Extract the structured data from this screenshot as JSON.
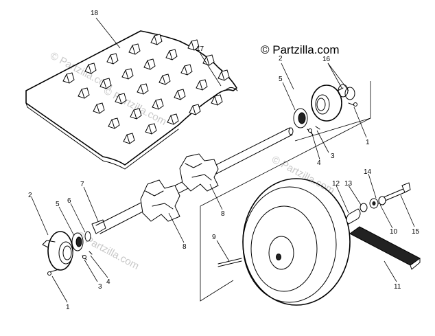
{
  "copyright_text": "© Partzilla.com",
  "watermarks": [
    "© Partzilla.com",
    "© Partzilla.com",
    "© Partzilla.com",
    "© Partzilla.com"
  ],
  "labels": {
    "p18": "18",
    "p17": "17",
    "p2_top": "2",
    "p16": "16",
    "p5_top": "5",
    "p1_top": "1",
    "p3_top": "3",
    "p4_top": "4",
    "p7": "7",
    "p2_left": "2",
    "p5_left": "5",
    "p6": "6",
    "p8_upper": "8",
    "p8_lower": "8",
    "p4_left": "4",
    "p3_left": "3",
    "p1_left": "1",
    "p9": "9",
    "p12": "12",
    "p13": "13",
    "p14": "14",
    "p10": "10",
    "p15": "15",
    "p11": "11"
  }
}
